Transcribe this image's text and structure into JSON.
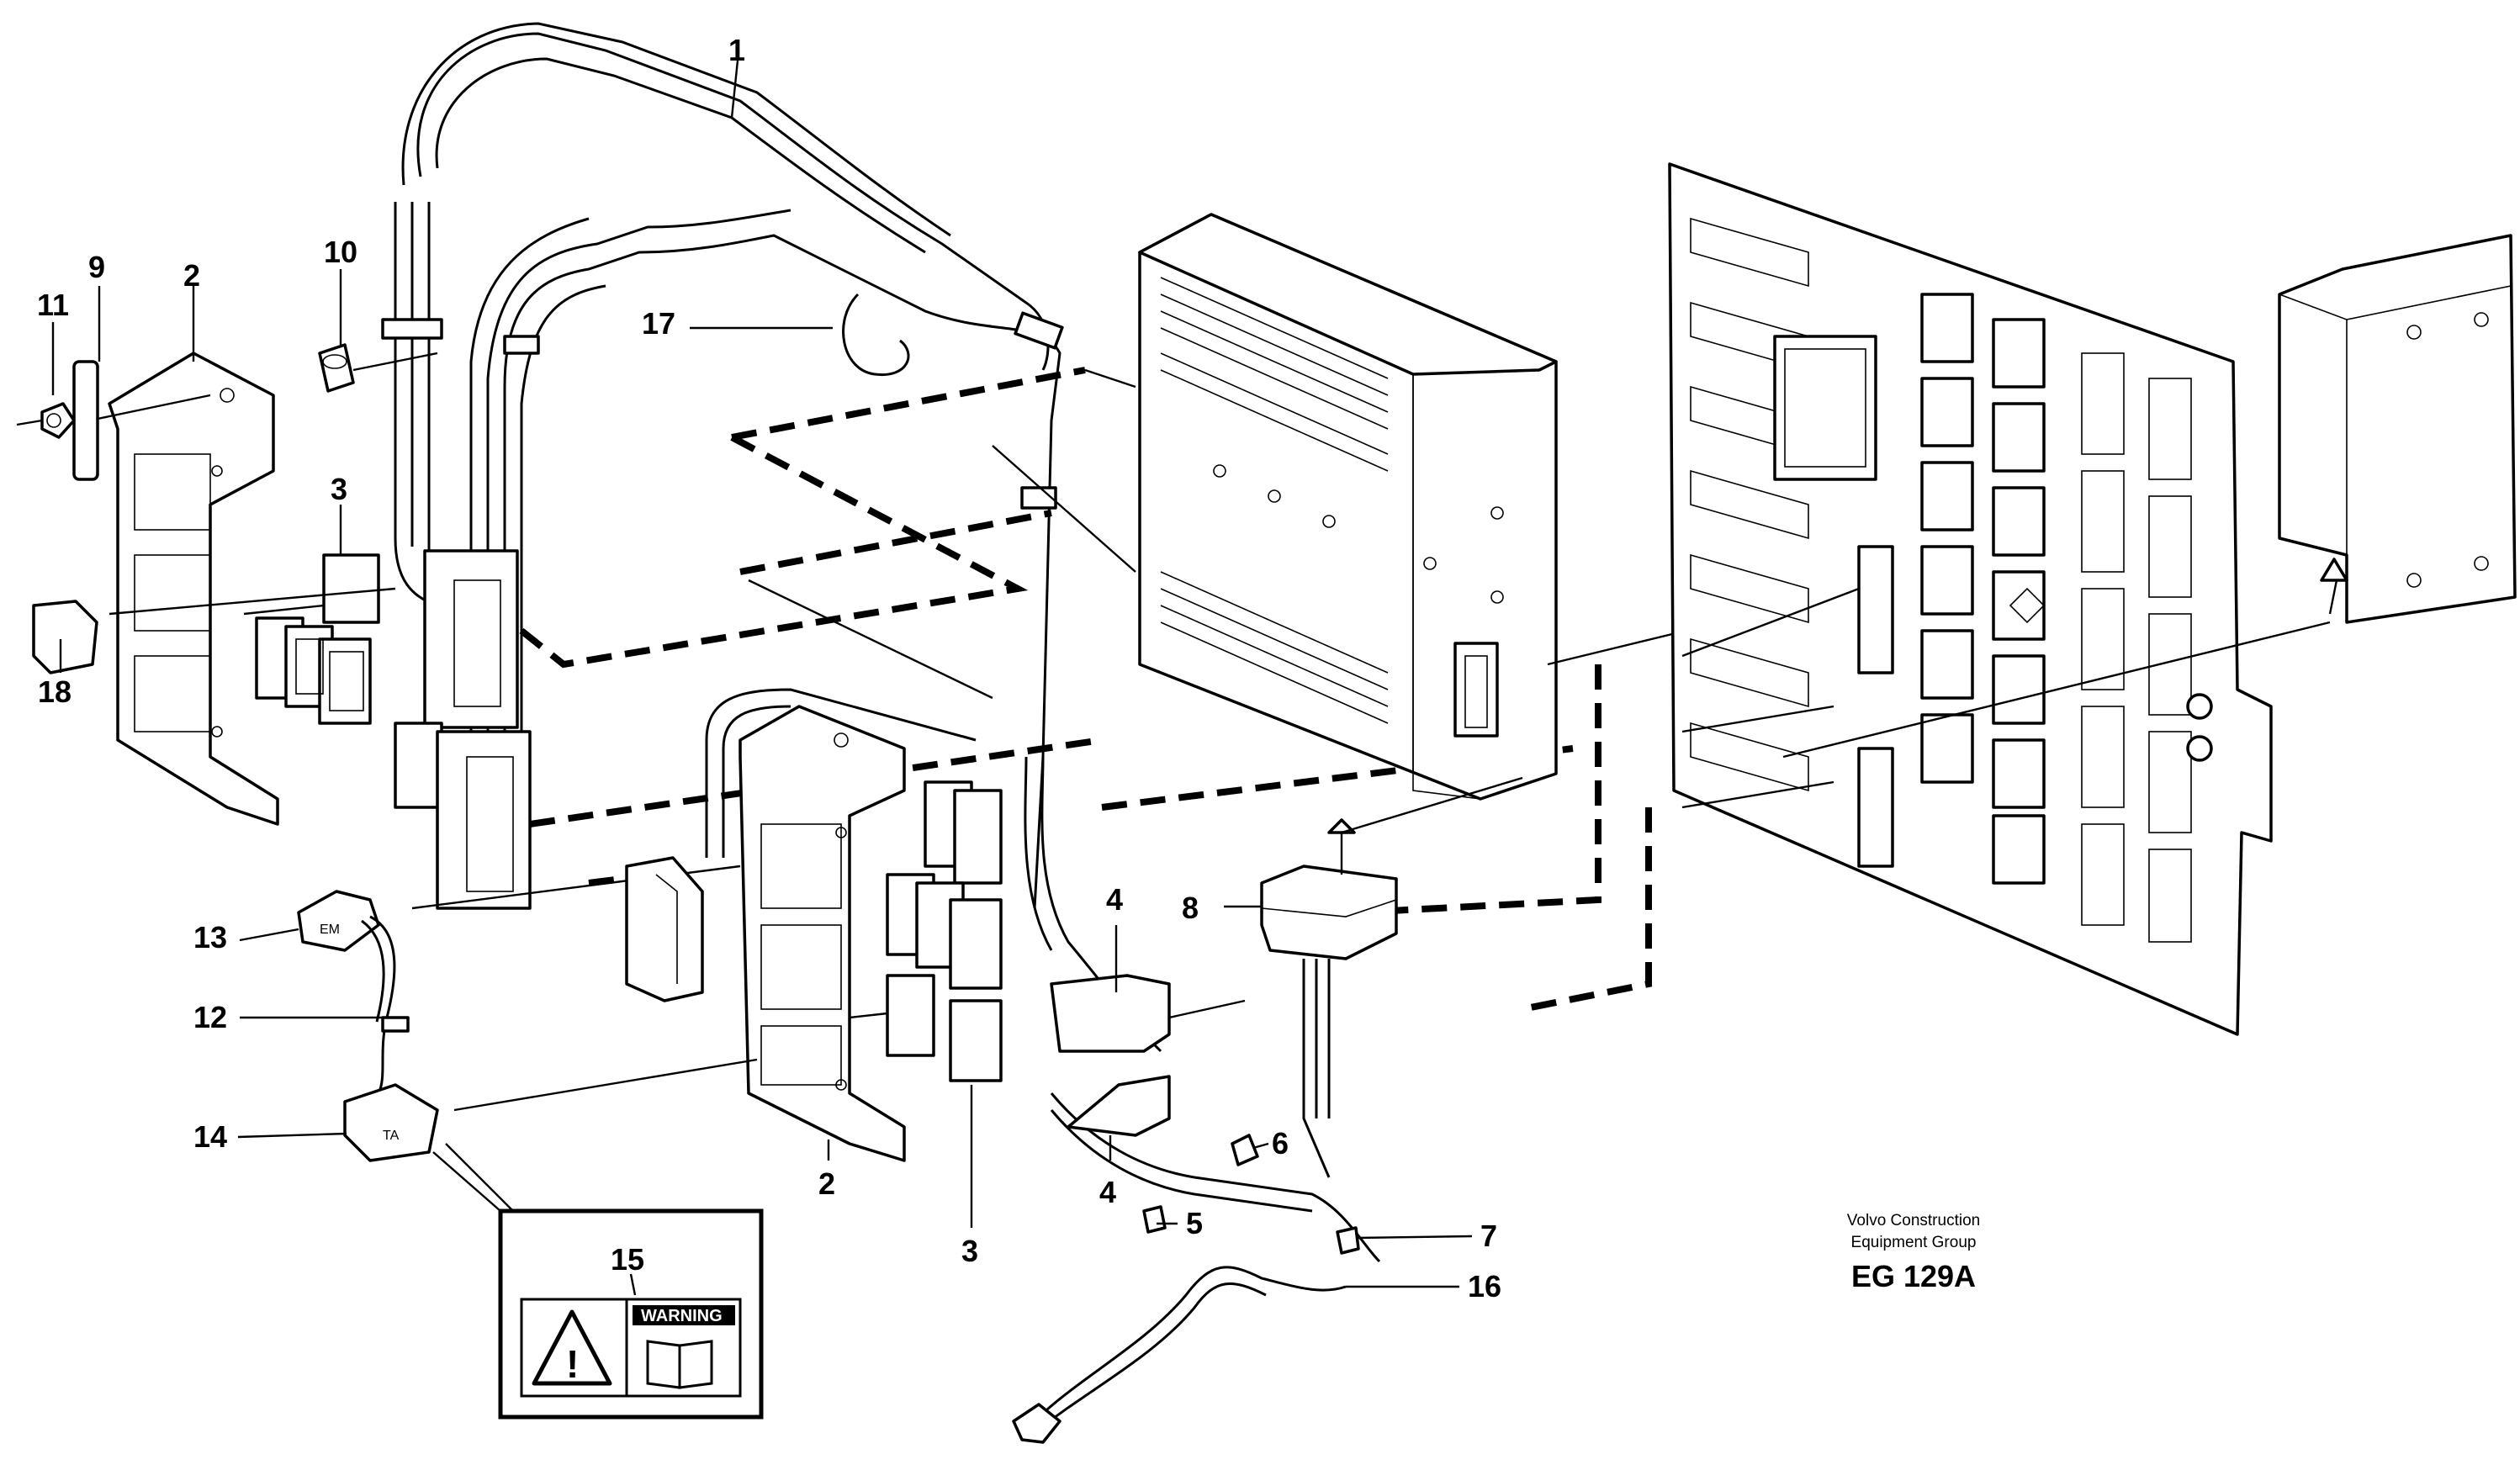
{
  "callouts": {
    "c1": "1",
    "c2a": "2",
    "c2b": "2",
    "c3a": "3",
    "c3b": "3",
    "c4a": "4",
    "c4b": "4",
    "c5": "5",
    "c6": "6",
    "c7": "7",
    "c8": "8",
    "c9": "9",
    "c10": "10",
    "c11": "11",
    "c12": "12",
    "c13": "13",
    "c14": "14",
    "c15": "15",
    "c16": "16",
    "c17": "17",
    "c18": "18"
  },
  "caption": {
    "line1": "Volvo Construction",
    "line2": "Equipment Group",
    "code": "EG 129A"
  },
  "warning_label": {
    "text": "WARNING",
    "icon": "warning-triangle-icon",
    "manual_icon": "open-book-icon"
  },
  "connector_labels": {
    "em": "EM",
    "ta": "TA"
  }
}
